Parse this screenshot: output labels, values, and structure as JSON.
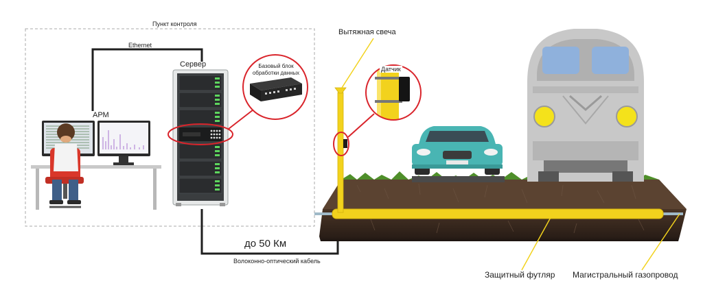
{
  "labels": {
    "control_room": "Пункт контроля",
    "ethernet": "Ethernet",
    "server": "Сервер",
    "workstation": "АРМ",
    "base_unit": "Базовый блок\nобработки данных",
    "vent_pipe": "Вытяжная свеча",
    "sensor": "Датчик",
    "distance": "до 50 Км",
    "fiber_cable": "Волоконно-оптический кабель",
    "protective_case": "Защитный футляр",
    "main_pipeline": "Магистральный газопровод"
  },
  "colors": {
    "pipe_yellow": "#f2d21d",
    "callout_red": "#d9242b",
    "cable": "#1f1f1f",
    "soil": "#3b2a20",
    "grass": "#4f8f2a",
    "car_teal": "#49b5b3",
    "train_grey": "#c8c8c8",
    "train_window": "#8fb1dc",
    "train_lights": "#f4e21b",
    "rack": "#e6e8e8",
    "chair": "#d9372a"
  }
}
